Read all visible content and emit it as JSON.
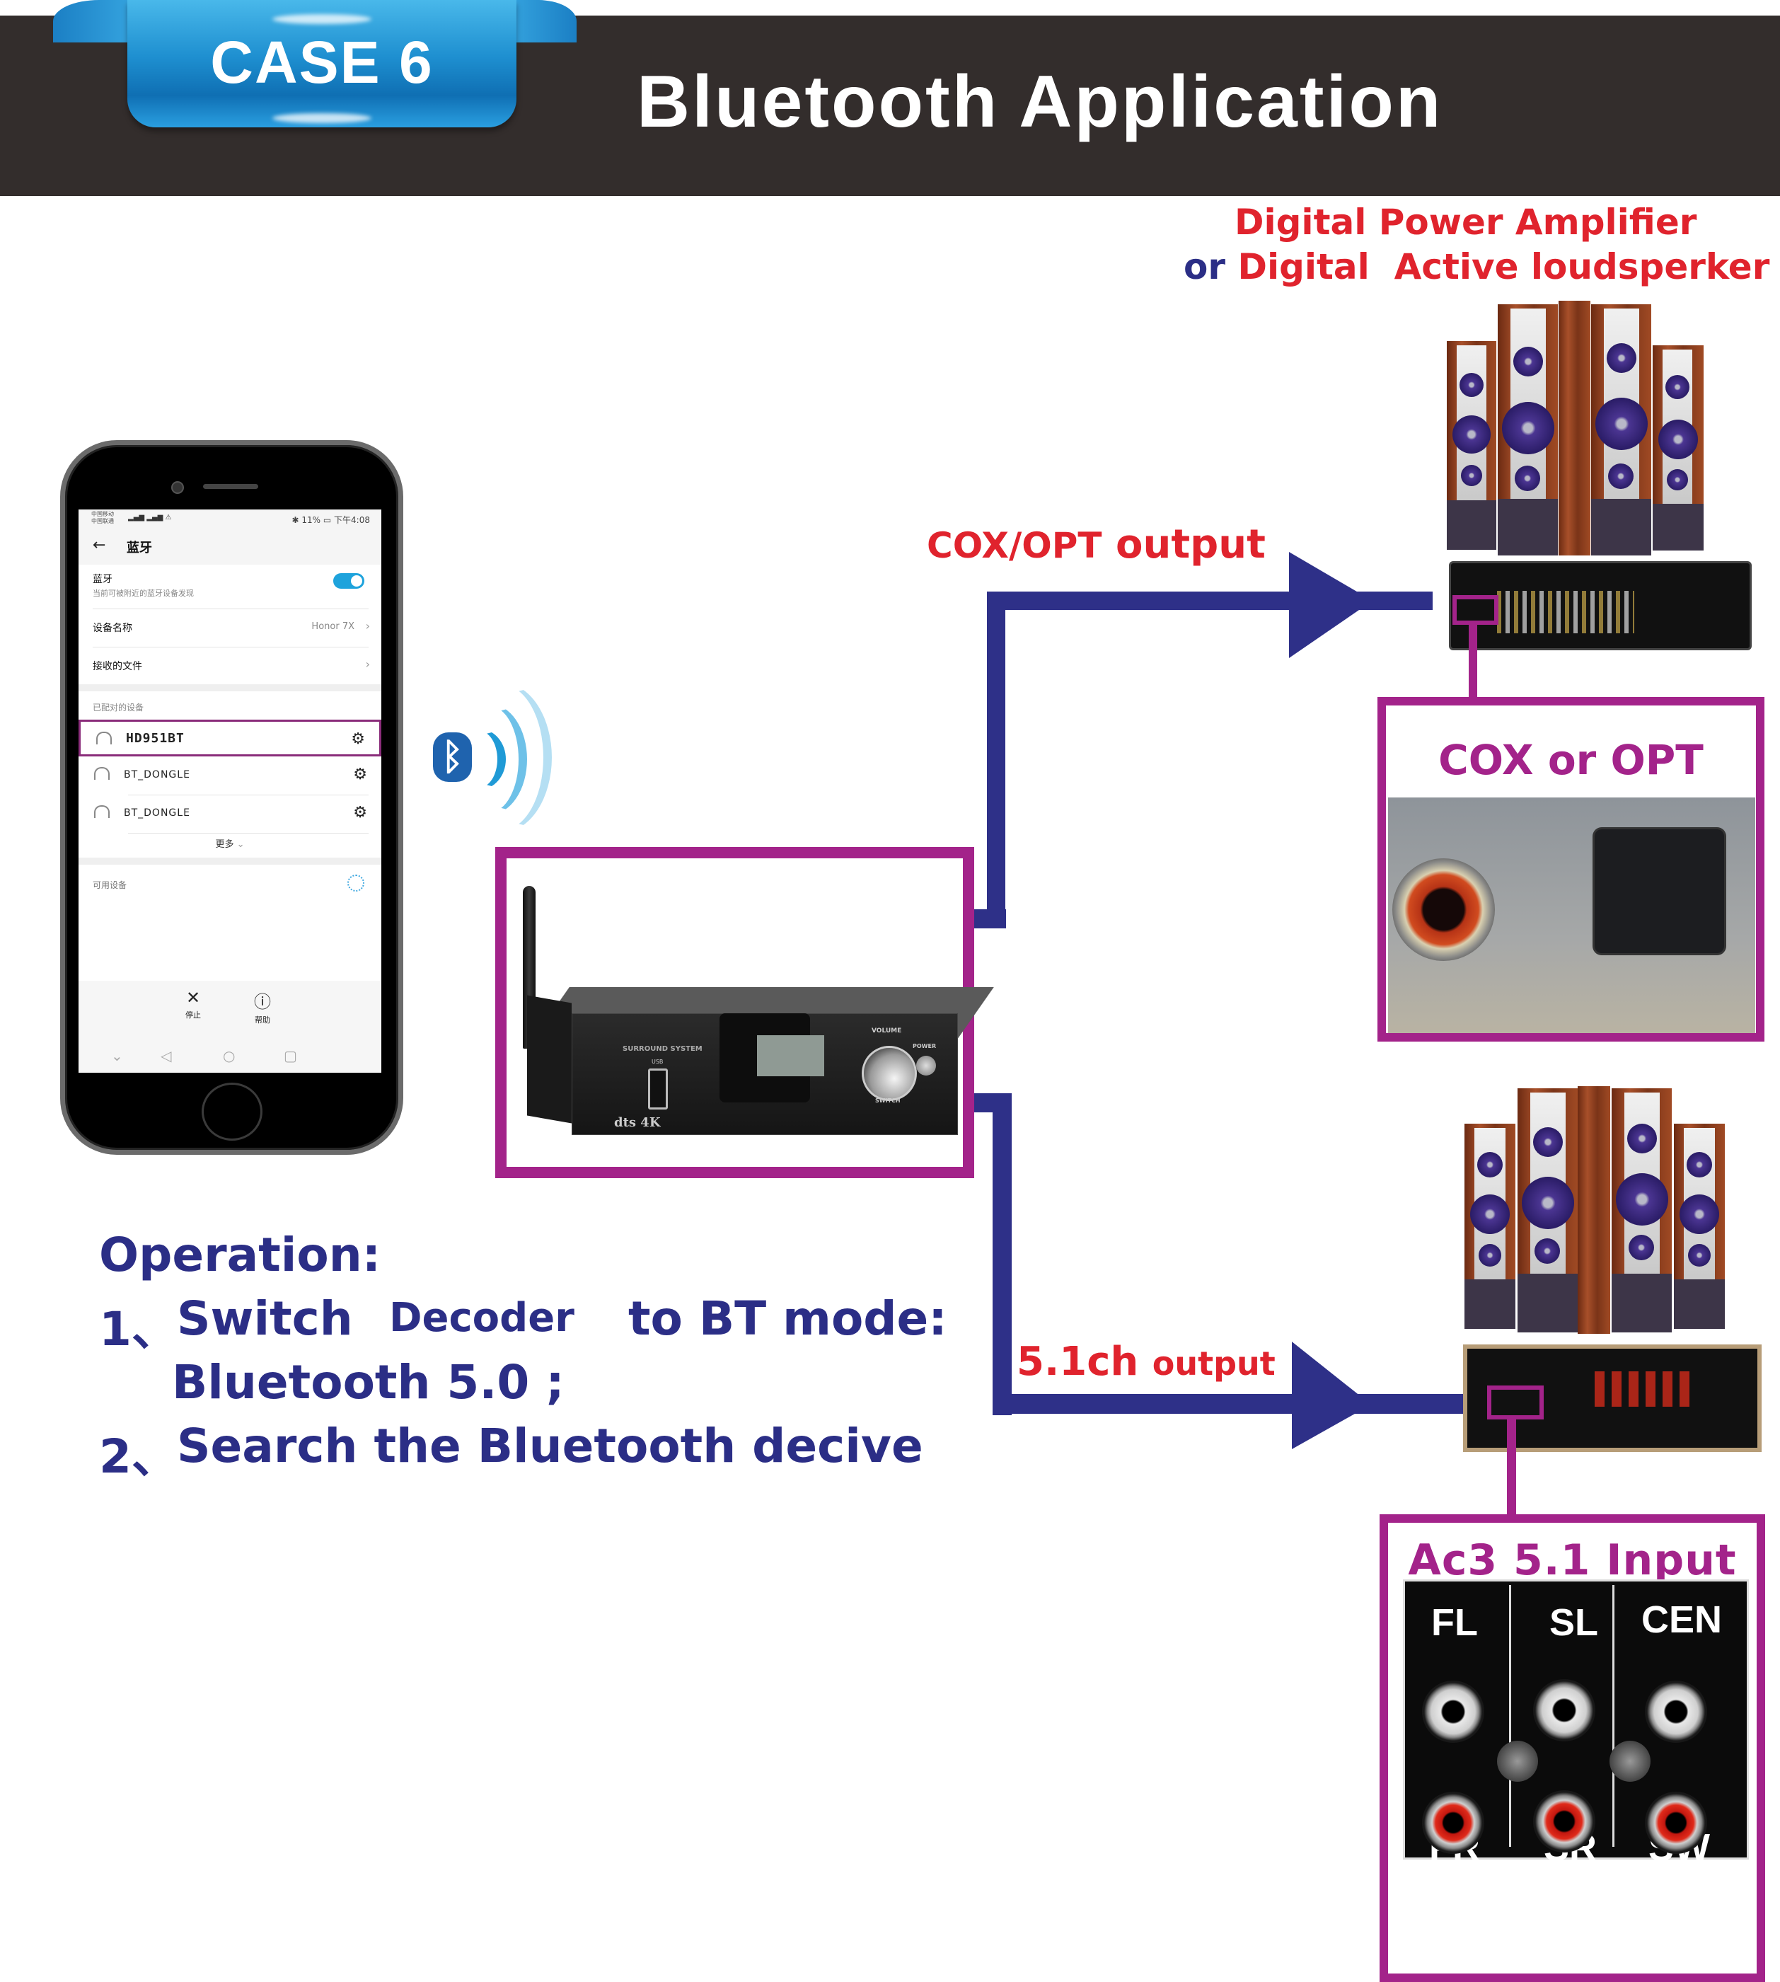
{
  "header": {
    "case_badge": "CASE 6",
    "title": "Bluetooth Application",
    "bar_color": "#332d2c",
    "badge_color": "#1e8fd0"
  },
  "target": {
    "line1": "Digital Power Amplifier",
    "line2_prefix": "or",
    "line2_text": "Digital  Active loudsperker"
  },
  "phone": {
    "status_bar": {
      "carrier_1": "中国移动",
      "carrier_2": "中国联通",
      "battery": "11%",
      "time": "下午4:08"
    },
    "screen_title": "蓝牙",
    "bluetooth_toggle": {
      "label": "蓝牙",
      "sublabel": "当前可被附近的蓝牙设备发现",
      "on": true
    },
    "device_name": {
      "label": "设备名称",
      "value": "Honor 7X"
    },
    "received_files": {
      "label": "接收的文件"
    },
    "paired_header": "已配对的设备",
    "paired_devices": [
      {
        "name": "HD951BT",
        "highlighted": true
      },
      {
        "name": "BT_DONGLE",
        "highlighted": false
      },
      {
        "name": "BT_DONGLE",
        "highlighted": false
      }
    ],
    "more": "更多",
    "available_header": "可用设备",
    "actions": [
      {
        "icon": "close-icon",
        "label": "停止"
      },
      {
        "icon": "help-icon",
        "label": "帮助"
      }
    ]
  },
  "decoder": {
    "brand": "SURROUND SYSTEM",
    "usb_label": "USB",
    "badge": "dts 4K",
    "volume_label": "VOLUME",
    "power_label": "POWER",
    "switch_label": "SWITCH",
    "frame_color": "#a3238a"
  },
  "connections": {
    "cox_output": {
      "part1": "COX/OPT",
      "part2": "output"
    },
    "ch_output": {
      "part1": "5.1ch",
      "part2": "output"
    },
    "arrow_color": "#2e3088",
    "label_color": "#e0232d"
  },
  "cox_box": {
    "title": "COX or OPT"
  },
  "ac3_box": {
    "title": "Ac3 5.1 Input",
    "channels_top": [
      "FL",
      "SL",
      "CEN"
    ],
    "channels_bottom": [
      "FR",
      "SR",
      "SW"
    ]
  },
  "operation": {
    "heading": "Operation:",
    "step1_num": "1、",
    "step1_a": "Switch",
    "step1_b": "Decoder",
    "step1_c": "to BT mode:",
    "step1_line2": "Bluetooth 5.0 ;",
    "step2_num": "2、",
    "step2": "Search the Bluetooth decive"
  }
}
